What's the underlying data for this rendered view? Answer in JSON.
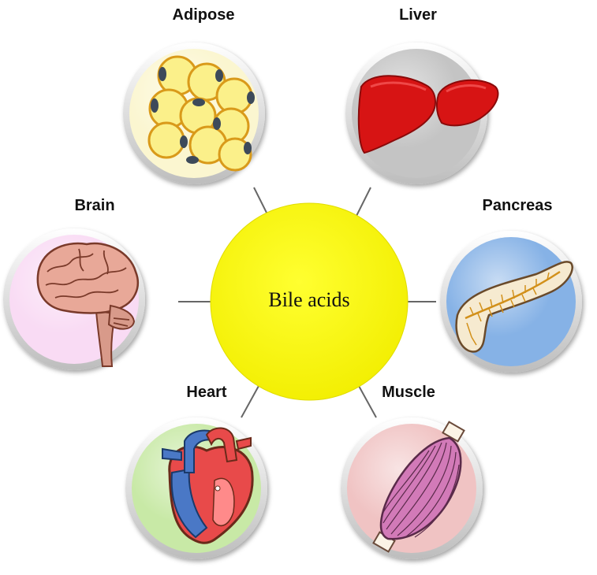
{
  "center": {
    "label": "Bile acids",
    "color": "#ffff00"
  },
  "organs": [
    {
      "id": "adipose",
      "label": "Adipose",
      "icon": "adipose-cells-icon",
      "color": "#fbf6d0"
    },
    {
      "id": "liver",
      "label": "Liver",
      "icon": "liver-icon",
      "color": "#c4c4c4"
    },
    {
      "id": "brain",
      "label": "Brain",
      "icon": "brain-icon",
      "color": "#f9dbf4"
    },
    {
      "id": "pancreas",
      "label": "Pancreas",
      "icon": "pancreas-icon",
      "color": "#86b2e6"
    },
    {
      "id": "heart",
      "label": "Heart",
      "icon": "heart-icon",
      "color": "#c8e9a6"
    },
    {
      "id": "muscle",
      "label": "Muscle",
      "icon": "muscle-icon",
      "color": "#f0c3c3"
    }
  ]
}
